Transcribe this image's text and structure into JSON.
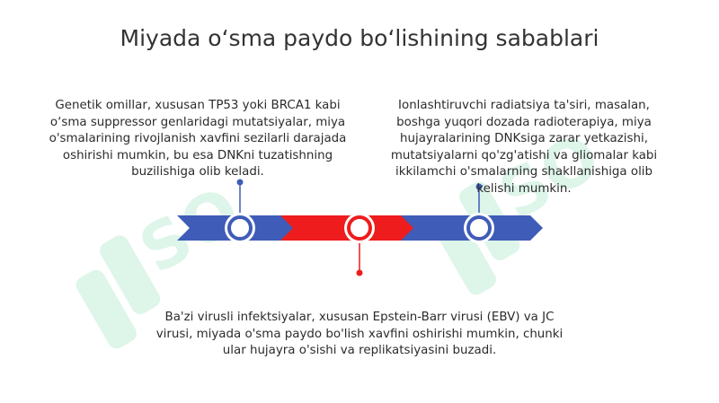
{
  "title": "Miyada o‘sma paydo bo‘lishining sabablari",
  "causes": [
    {
      "text": "Genetik omillar, xususan TP53 yoki BRCA1 kabi o‘sma suppressor genlaridagi mutatsiyalar, miya o'smalarining rivojlanish xavfini sezilarli darajada oshirishi mumkin, bu esa DNKni tuzatishning buzilishiga olib keladi."
    },
    {
      "text": "Ionlashtiruvchi radiatsiya ta'siri, masalan, boshga yuqori dozada radioterapiya, miya hujayralarining DNKsiga zarar yetkazishi, mutatsiyalarni qo'zg'atishi va gliomalar kabi ikkilamchi o'smalarning shakllanishiga olib kelishi mumkin."
    },
    {
      "text": "Ba'zi virusli infektsiyalar, xususan Epstein-Barr virusi (EBV) va JC virusi, miyada o'sma paydo bo'lish xavfini oshirishi mumkin, chunki ular hujayra o'sishi va replikatsiyasini buzadi."
    }
  ],
  "colors": {
    "blue": "#3f5cb8",
    "red": "#ee1c1c",
    "watermark": "#1fbf6e"
  }
}
